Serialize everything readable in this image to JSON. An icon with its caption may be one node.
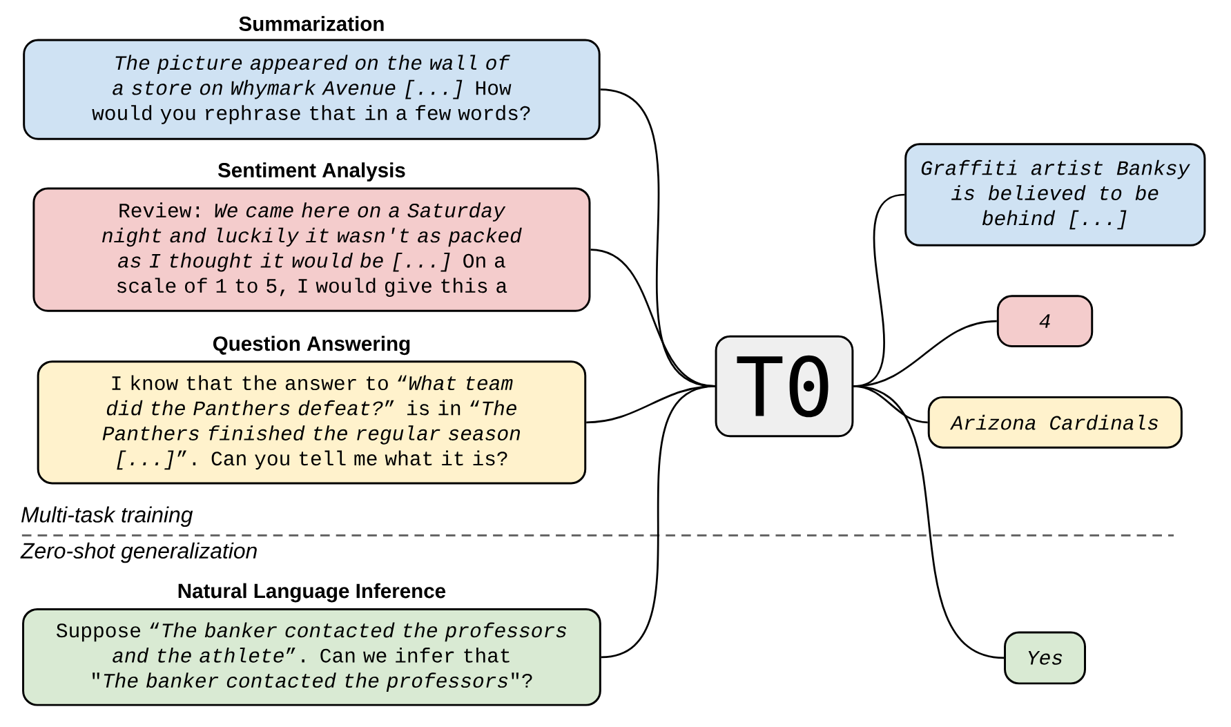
{
  "diagram": {
    "nodes": [
      {
        "text": [
          "Summarization",
          "*The picture appeared on the wall of a store on Whymark Avenue [...]* How would you rephrase that in a few words?"
        ]
      },
      {
        "text": [
          "Sentiment Analysis",
          "Review: *We came here on a Saturday night and luckily it wasn't as packed as I thought it would be [...]* On a scale of 1 to 5, I would give this a"
        ]
      },
      {
        "text": [
          "Question Answering",
          "I know that the answer to “*What team did the Panthers defeat?*” is in “*The Panthers finished the regular season [...]*”. Can you tell me what it is?"
        ]
      },
      {
        "text": [
          "Natural Language Inference",
          "Suppose “*The banker contacted the professors and the athlete*”. Can we infer that \"*The banker contacted the professors*\"?"
        ]
      },
      {
        "text": [
          "T0"
        ]
      },
      {
        "text": [
          "Graffiti artist Banksy is believed to be behind [...]"
        ]
      },
      {
        "text": [
          "4"
        ]
      },
      {
        "text": [
          "Arizona Cardinals"
        ]
      },
      {
        "text": [
          "Yes"
        ]
      }
    ],
    "edges": [
      {
        "from": 0,
        "to": 4,
        "arrow": "none"
      },
      {
        "from": 1,
        "to": 4,
        "arrow": "none"
      },
      {
        "from": 2,
        "to": 4,
        "arrow": "none"
      },
      {
        "from": 3,
        "to": 4,
        "arrow": "none"
      },
      {
        "from": 4,
        "to": 5,
        "arrow": "none"
      },
      {
        "from": 4,
        "to": 6,
        "arrow": "none"
      },
      {
        "from": 4,
        "to": 7,
        "arrow": "none"
      },
      {
        "from": 4,
        "to": 8,
        "arrow": "none"
      }
    ],
    "labels": [
      "Multi-task training",
      "Zero-shot generalization"
    ]
  }
}
